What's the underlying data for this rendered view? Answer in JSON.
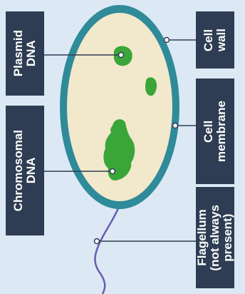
{
  "labels": {
    "plasmid_dna": "Plasmid\nDNA",
    "chromosomal_dna": "Chromosomal\nDNA",
    "cell_wall": "Cell\nwall",
    "cell_membrane": "Cell\nmembrane",
    "flagellum": "Flagellum\n(not always\npresent)"
  },
  "colors": {
    "background": "#dce9f5",
    "label_box": "#2e3d53",
    "label_text": "#ffffff",
    "cell_wall": "#2f8a99",
    "cytoplasm": "#f2e8cc",
    "dna": "#3aa63a",
    "flagellum": "#6a5ab0",
    "leader_line": "#2e3d53"
  }
}
